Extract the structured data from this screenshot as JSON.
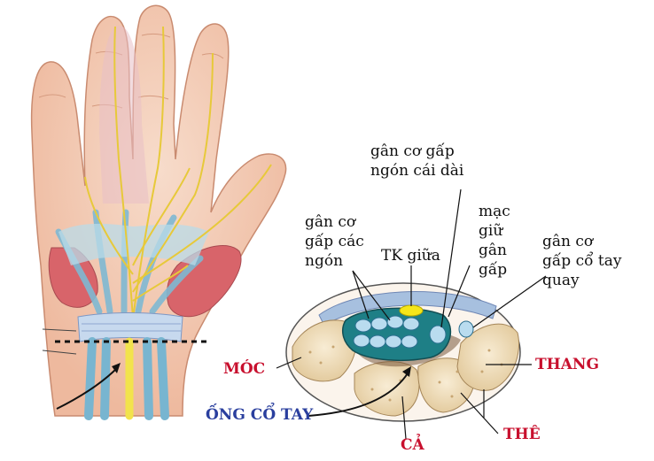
{
  "labels": {
    "flexor_pollicis_longus": [
      "gân cơ gấp",
      "ngón cái dài"
    ],
    "flexor_digitorum": [
      "gân cơ",
      "gấp các",
      "ngón"
    ],
    "median_nerve": "TK giữa",
    "flexor_retinaculum": [
      "mạc",
      "giữ",
      "gân",
      "gấp"
    ],
    "flexor_carpi_radialis": [
      "gân cơ",
      "gấp cổ tay",
      "quay"
    ],
    "hamate": "MÓC",
    "trapezium": "THANG",
    "carpal_tunnel": "ỐNG CỔ TAY",
    "capitate": "CẢ",
    "trapezoid": "THÊ"
  },
  "colors": {
    "skin": "#f6d2bd",
    "skin_shadow": "#e9a98e",
    "tendon": "#9fd0e3",
    "nerve": "#f2e34c",
    "muscle": "#d8646a",
    "bone": "#efe0c2",
    "sheath": "#1e7f86",
    "red_label": "#c8102e",
    "blue_label": "#2a3f9e"
  }
}
